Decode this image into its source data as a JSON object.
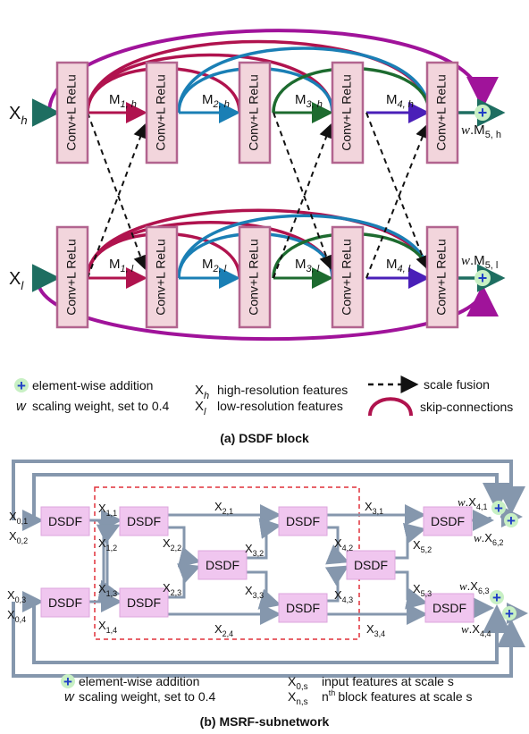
{
  "dsdf_block": {
    "conv_label": "Conv+L ReLu",
    "input_high": "X",
    "input_high_sub": "h",
    "input_low": "X",
    "input_low_sub": "l",
    "high_links": [
      {
        "main": "M",
        "sub": "1, h"
      },
      {
        "main": "M",
        "sub": "2, h"
      },
      {
        "main": "M",
        "sub": "3, h"
      },
      {
        "main": "M",
        "sub": "4, h"
      }
    ],
    "low_links": [
      {
        "main": "M",
        "sub": "1, l"
      },
      {
        "main": "M",
        "sub": "2, l"
      },
      {
        "main": "M",
        "sub": "3, l"
      },
      {
        "main": "M",
        "sub": "4, l"
      }
    ],
    "out_high": {
      "w": "w",
      "main": ".M",
      "sub": "5, h"
    },
    "out_low": {
      "w": "w",
      "main": ".M",
      "sub": "5, l"
    },
    "caption": "(a) DSDF block"
  },
  "legend_a": {
    "addition": "element-wise addition",
    "w_symbol": "w",
    "scaling": "scaling weight, set to 0.4",
    "xh": "X",
    "xh_sub": "h",
    "xh_text": "high-resolution features",
    "xl": "X",
    "xl_sub": "l",
    "xl_text": "low-resolution features",
    "scale_fusion": "scale fusion",
    "skip": "skip-connections"
  },
  "msrf": {
    "dsdf_label": "DSDF",
    "inputs": [
      {
        "main": "X",
        "sub": "0,1"
      },
      {
        "main": "X",
        "sub": "0,2"
      },
      {
        "main": "X",
        "sub": "0,3"
      },
      {
        "main": "X",
        "sub": "0,4"
      }
    ],
    "features": [
      {
        "main": "X",
        "sub": "1,1"
      },
      {
        "main": "X",
        "sub": "1,2"
      },
      {
        "main": "X",
        "sub": "1,3"
      },
      {
        "main": "X",
        "sub": "1,4"
      },
      {
        "main": "X",
        "sub": "2,1"
      },
      {
        "main": "X",
        "sub": "2,2"
      },
      {
        "main": "X",
        "sub": "2,3"
      },
      {
        "main": "X",
        "sub": "2,4"
      },
      {
        "main": "X",
        "sub": "3,1"
      },
      {
        "main": "X",
        "sub": "3,2"
      },
      {
        "main": "X",
        "sub": "3,3"
      },
      {
        "main": "X",
        "sub": "3,4"
      },
      {
        "main": "X",
        "sub": "4,2"
      },
      {
        "main": "X",
        "sub": "4,3"
      },
      {
        "main": "X",
        "sub": "5,2"
      },
      {
        "main": "X",
        "sub": "5,3"
      }
    ],
    "outputs": [
      {
        "w": "w",
        "main": ".X",
        "sub": "4,1"
      },
      {
        "w": "w",
        "main": ".X",
        "sub": "6,2"
      },
      {
        "w": "w",
        "main": ".X",
        "sub": "6,3"
      },
      {
        "w": "w",
        "main": ".X",
        "sub": "4,4"
      }
    ],
    "caption": "(b) MSRF-subnetwork"
  },
  "legend_b": {
    "addition": "element-wise addition",
    "w_symbol": "w",
    "scaling": "scaling weight, set to 0.4",
    "x0s": "X",
    "x0s_sub": "0,s",
    "x0s_text": "input features at scale s",
    "xns": "X",
    "xns_sub": "n,s",
    "xns_sup": "th",
    "xns_n": "n",
    "xns_text": "block features at scale s"
  },
  "colors": {
    "red": "#b0134e",
    "blue": "#1a7fb5",
    "green": "#1d6b2f",
    "purple": "#4a1fb8",
    "magenta": "#a0139a",
    "teal": "#1e6e61",
    "gray_arrow": "#8597ad",
    "plus_blue": "#1f3fc6",
    "plus_halo": "#c8f0c4",
    "dashed_red": "#e0303a"
  }
}
